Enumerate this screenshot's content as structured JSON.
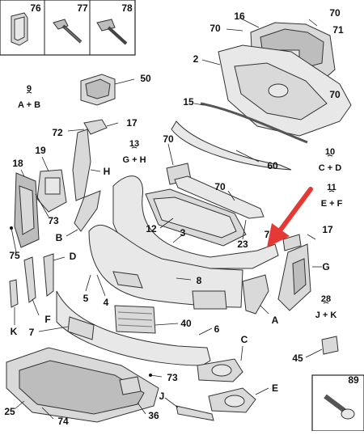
{
  "labels": {
    "p76": "76",
    "p77": "77",
    "p78": "78",
    "p16": "16",
    "p70a": "70",
    "p70b": "70",
    "p71": "71",
    "p2": "2",
    "p70c": "70",
    "p50": "50",
    "p15": "15",
    "p72": "72",
    "p17a": "17",
    "p19": "19",
    "p18": "18",
    "pH": "H",
    "p70d": "70",
    "p60": "60",
    "p70e": "70",
    "p73a": "73",
    "p12": "12",
    "p3": "3",
    "p23": "23",
    "pB": "B",
    "p75": "75",
    "pD": "D",
    "p7a": "7",
    "p17b": "17",
    "pG": "G",
    "p8": "8",
    "p5": "5",
    "p4": "4",
    "pK": "K",
    "pF": "F",
    "p40": "40",
    "pA": "A",
    "p7b": "7",
    "p6": "6",
    "pC": "C",
    "p45": "45",
    "p73b": "73",
    "pE": "E",
    "p89": "89",
    "pJ": "J",
    "p25": "25",
    "p74": "74",
    "p36": "36"
  },
  "groups": {
    "g9": {
      "num": "9",
      "sub": "A + B"
    },
    "g13": {
      "num": "13",
      "sub": "G + H"
    },
    "g10": {
      "num": "10",
      "sub": "C + D"
    },
    "g11": {
      "num": "11",
      "sub": "E + F"
    },
    "g28": {
      "num": "28",
      "sub": "J + K"
    }
  },
  "colors": {
    "arrow": "#e53935",
    "part": "#e8e8e8",
    "line": "#333333"
  }
}
